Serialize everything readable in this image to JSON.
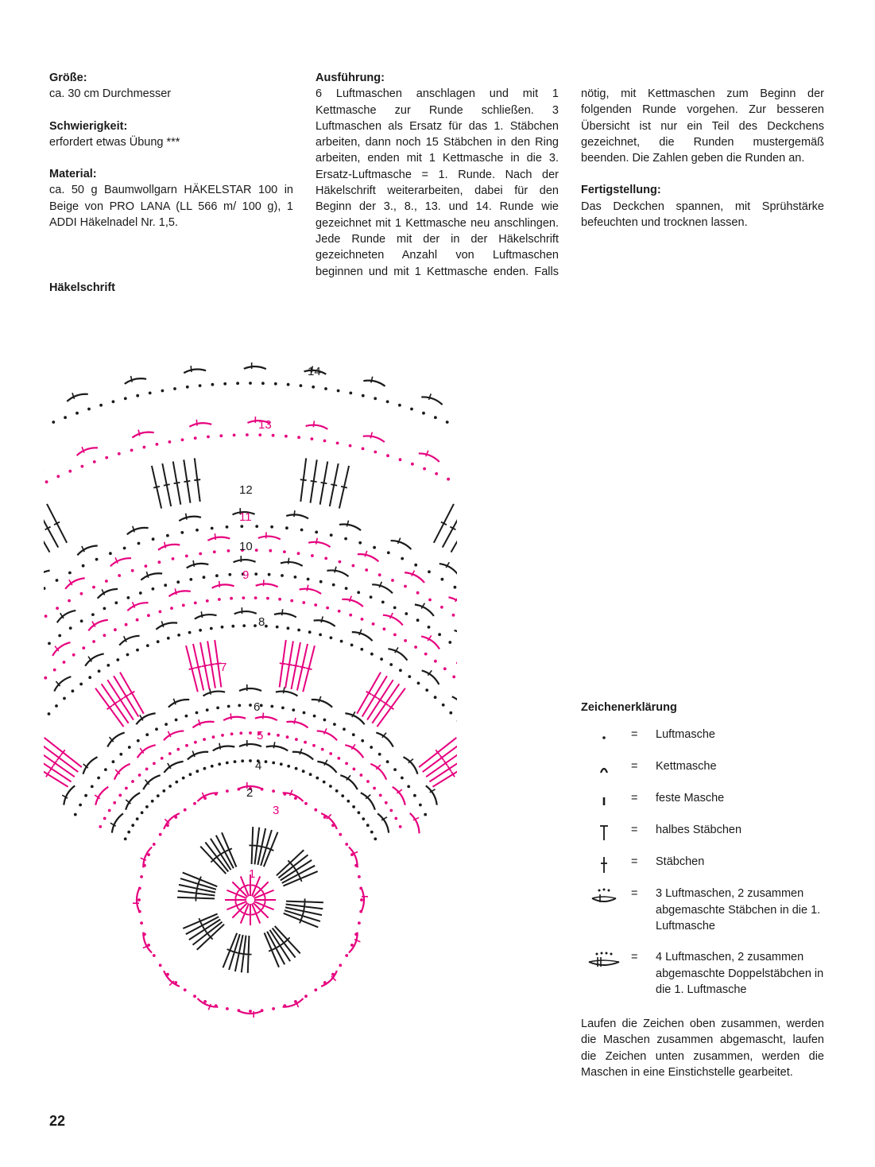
{
  "left": {
    "size_heading": "Größe:",
    "size_value": "ca. 30 cm Durchmesser",
    "difficulty_heading": "Schwierigkeit:",
    "difficulty_value": "erfordert etwas Übung ***",
    "material_heading": "Material:",
    "material_value": "ca. 50 g Baumwollgarn HÄKELSTAR 100 in Beige von PRO LANA (LL 566 m/ 100 g), 1 ADDI Häkelnadel Nr. 1,5."
  },
  "instructions": {
    "heading": "Ausführung:",
    "text_col2": "6 Luftmaschen anschlagen und mit 1 Kettmasche zur Runde schließen. 3 Luftmaschen als Ersatz für das 1. Stäbchen arbeiten, dann noch 15 Stäbchen in den Ring arbeiten, enden mit 1 Kettmasche in die 3. Ersatz-Luftmasche = 1. Runde. Nach der Häkelschrift weiterarbeiten, dabei für den Beginn der 3., 8., 13. und 14. Runde wie gezeichnet mit 1 Kettmasche neu anschlingen. Jede Runde mit der in der Häkelschrift gezeichneten Anzahl von Luftmaschen beginnen und mit 1 Kettmasche enden. Falls",
    "text_col3": "nötig, mit Kettmaschen zum Beginn der folgenden Runde vorgehen. Zur besseren Übersicht ist nur ein Teil des Deckchens gezeichnet, die Runden mustergemäß beenden. Die Zahlen geben die Runden an."
  },
  "finishing": {
    "heading": "Fertigstellung:",
    "text": "Das Deckchen spannen, mit Sprühstärke befeuchten und trocknen lassen."
  },
  "diagram": {
    "title": "Häkelschrift",
    "colors": {
      "black": "#1a1a1a",
      "magenta": "#e6007e"
    },
    "round_labels": [
      "1",
      "2",
      "3",
      "4",
      "5",
      "6",
      "7",
      "8",
      "9",
      "10",
      "11",
      "12",
      "13",
      "14"
    ]
  },
  "legend": {
    "title": "Zeichenerklärung",
    "equals": "=",
    "items": [
      {
        "icon": "chain-stitch-icon",
        "label": "Luftmasche"
      },
      {
        "icon": "slip-stitch-icon",
        "label": "Kettmasche"
      },
      {
        "icon": "single-crochet-icon",
        "label": "feste Masche"
      },
      {
        "icon": "half-double-crochet-icon",
        "label": "halbes Stäbchen"
      },
      {
        "icon": "double-crochet-icon",
        "label": "Stäbchen"
      },
      {
        "icon": "cluster-3ch-2dc-icon",
        "label": "3 Luftmaschen, 2 zusammen abgemaschte Stäbchen in die 1. Luftmasche"
      },
      {
        "icon": "cluster-4ch-2tr-icon",
        "label": "4 Luftmaschen, 2 zusammen abgemaschte Doppelstäbchen in die 1. Luftmasche"
      }
    ],
    "note": "Laufen die Zeichen oben zusammen, werden die Maschen zusammen abgemascht, laufen die Zeichen unten zusammen, werden die Maschen in eine Einstichstelle gearbeitet."
  },
  "page_number": "22"
}
